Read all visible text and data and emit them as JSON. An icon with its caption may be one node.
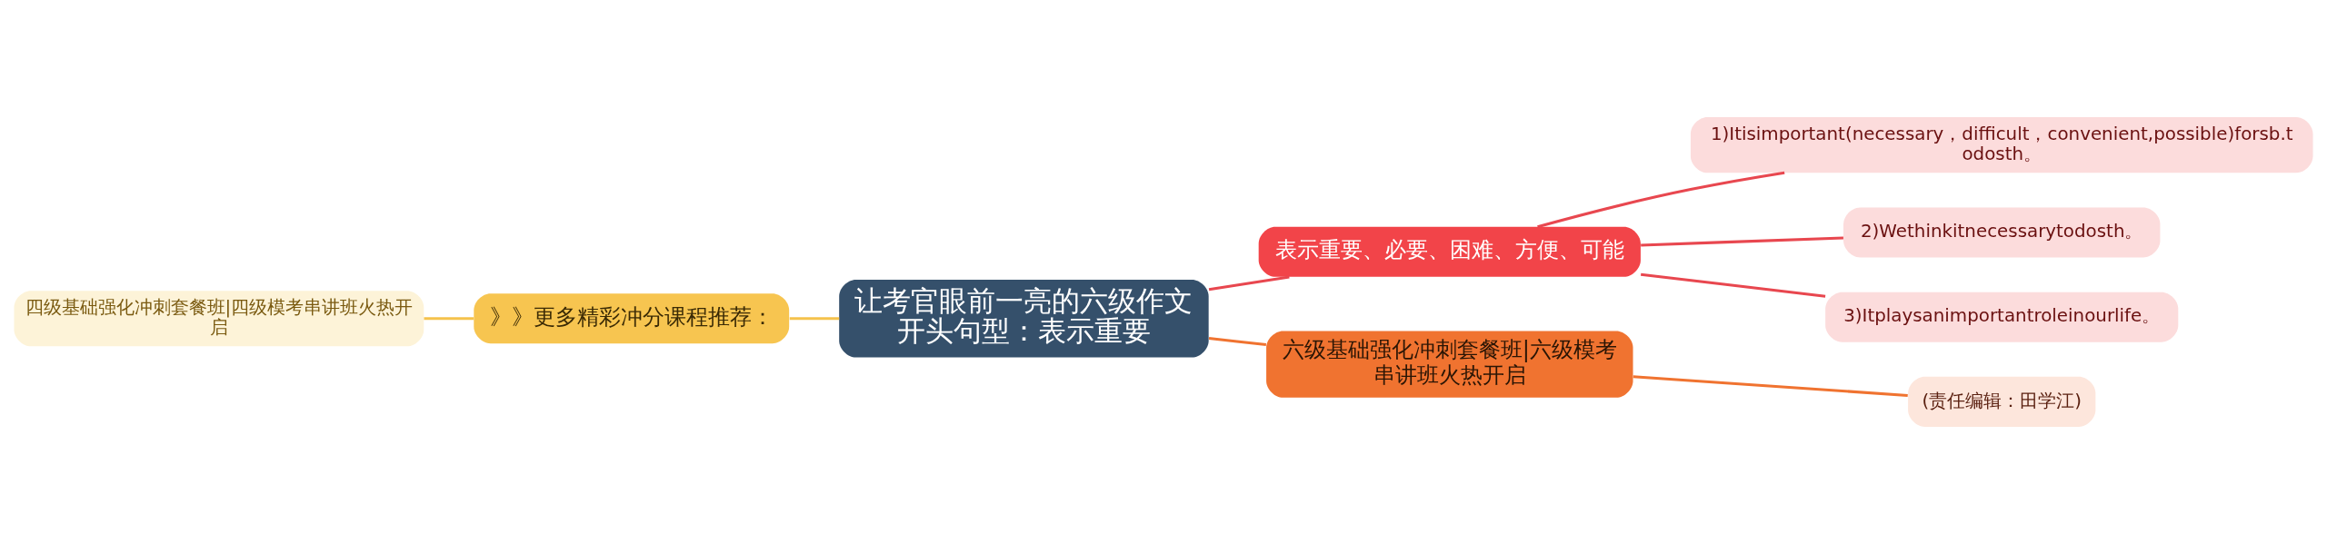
{
  "diagram": {
    "nodes": [
      {
        "text": [
          "四级基础强化冲刺套餐班|四级模考串讲班火热开启"
        ]
      },
      {
        "text": [
          "》》更多精彩冲分课程推荐："
        ]
      },
      {
        "text": [
          "让考官眼前一亮的六级作文开头句型：表示重要"
        ]
      },
      {
        "text": [
          "表示重要、必要、困难、方便、可能"
        ]
      },
      {
        "text": [
          "1)Itisimportant(necessary，difficult，convenient,possible)forsb.todosth。"
        ]
      },
      {
        "text": [
          "2)Wethinkitnecessarytodosth。"
        ]
      },
      {
        "text": [
          "3)Itplaysanimportantroleinourlife。"
        ]
      },
      {
        "text": [
          "六级基础强化冲刺套餐班|六级模考串讲班火热开启"
        ]
      },
      {
        "text": [
          "(责任编辑：田学江)"
        ]
      }
    ],
    "edges": [
      {
        "from": 1,
        "to": 0,
        "arrow": "none",
        "color": "#f5c24c"
      },
      {
        "from": 2,
        "to": 1,
        "arrow": "none",
        "color": "#f5c24c"
      },
      {
        "from": 2,
        "to": 3,
        "arrow": "none"
      },
      {
        "from": 3,
        "to": 4,
        "arrow": "none"
      },
      {
        "from": 3,
        "to": 5,
        "arrow": "none"
      },
      {
        "from": 3,
        "to": 6,
        "arrow": "none"
      },
      {
        "from": 2,
        "to": 7,
        "arrow": "none",
        "color": "#f07330"
      },
      {
        "from": 7,
        "to": 8,
        "arrow": "none",
        "color": "#f07330"
      }
    ]
  }
}
